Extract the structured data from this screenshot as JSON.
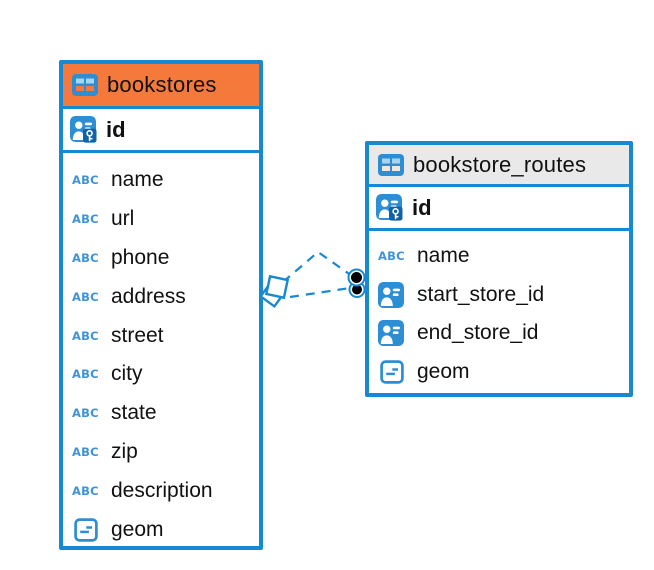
{
  "diagram": {
    "colors": {
      "accent_blue": "#1789d2",
      "icon_blue": "#2e8ed4",
      "abc_blue": "#3f93d8",
      "bookstores_header": "#f5793b",
      "routes_header": "#e9e9e9",
      "text": "#111111",
      "background": "#ffffff"
    },
    "icons": {
      "text_type_glyph": "ABC"
    },
    "tables": [
      {
        "name": "bookstores",
        "primary_key": {
          "name": "id"
        },
        "columns": [
          {
            "name": "name",
            "type": "text"
          },
          {
            "name": "url",
            "type": "text"
          },
          {
            "name": "phone",
            "type": "text"
          },
          {
            "name": "address",
            "type": "text"
          },
          {
            "name": "street",
            "type": "text"
          },
          {
            "name": "city",
            "type": "text"
          },
          {
            "name": "state",
            "type": "text"
          },
          {
            "name": "zip",
            "type": "text"
          },
          {
            "name": "description",
            "type": "text"
          },
          {
            "name": "geom",
            "type": "geometry"
          }
        ]
      },
      {
        "name": "bookstore_routes",
        "primary_key": {
          "name": "id"
        },
        "columns": [
          {
            "name": "name",
            "type": "text"
          },
          {
            "name": "start_store_id",
            "type": "reference"
          },
          {
            "name": "end_store_id",
            "type": "reference"
          },
          {
            "name": "geom",
            "type": "geometry"
          }
        ]
      }
    ],
    "relationships": [
      {
        "from": "bookstore_routes",
        "to": "bookstores",
        "style": "dashed"
      },
      {
        "from": "bookstore_routes",
        "to": "bookstores",
        "style": "dashed"
      }
    ]
  }
}
